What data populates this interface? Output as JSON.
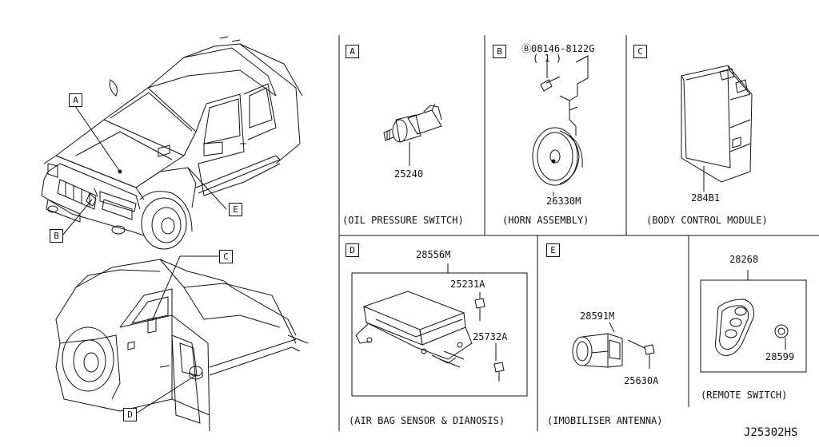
{
  "callouts": {
    "vehicle": [
      "A",
      "B",
      "E",
      "C",
      "D"
    ]
  },
  "panels": {
    "A": {
      "letter": "A",
      "caption": "(OIL PRESSURE SWITCH)",
      "parts": [
        "25240"
      ]
    },
    "B": {
      "letter": "B",
      "caption": "(HORN ASSEMBLY)",
      "bolt_ref": "Ⓑ08146-8122G",
      "bolt_qty": "( 1 )",
      "parts": [
        "26330M"
      ]
    },
    "C": {
      "letter": "C",
      "caption": "(BODY CONTROL MODULE)",
      "parts": [
        "284B1"
      ]
    },
    "D": {
      "letter": "D",
      "caption": "(AIR BAG SENSOR & DIANOSIS)",
      "parts": [
        "28556M",
        "25231A",
        "25732A"
      ]
    },
    "E": {
      "letter": "E",
      "caption": "(IMOBILISER ANTENNA)",
      "parts": [
        "28591M",
        "25630A"
      ]
    },
    "F": {
      "caption": "(REMOTE SWITCH)",
      "parts": [
        "28268",
        "28599"
      ]
    }
  },
  "diagram_id": "J25302HS"
}
